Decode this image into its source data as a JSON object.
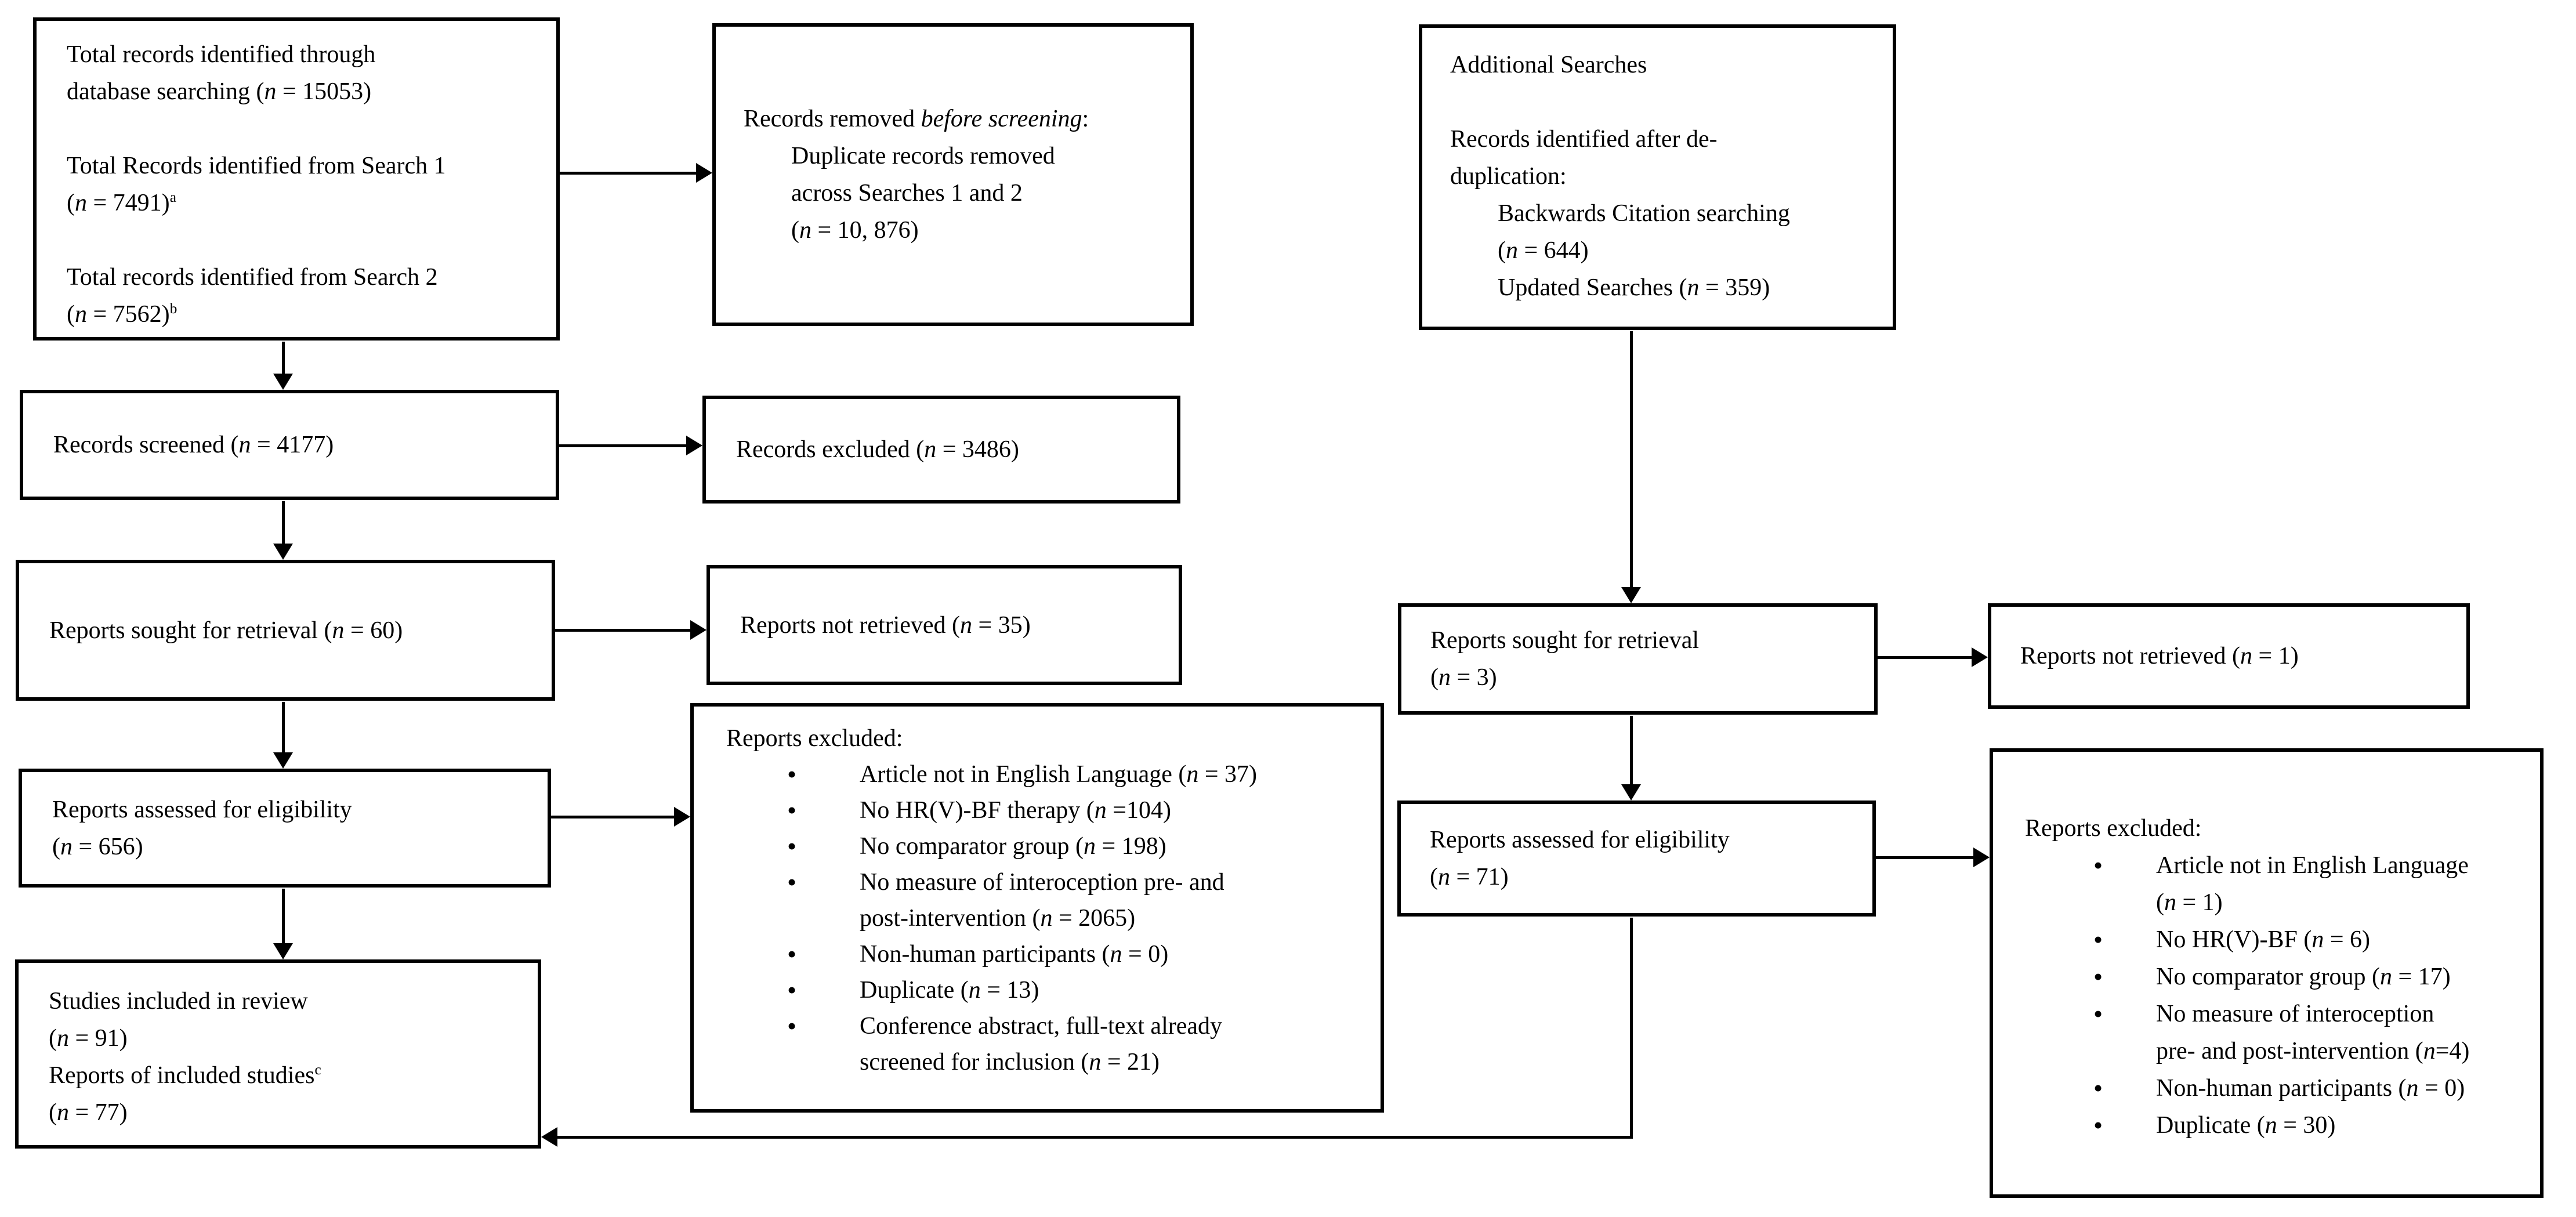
{
  "flowchart": {
    "identification": {
      "lines": [
        "Total records identified through",
        "database searching (*n* = 15053)",
        "",
        "Total Records identified from Search 1",
        "(*n* = 7491)^a",
        "",
        "Total records identified from Search 2",
        "(*n* = 7562)^b"
      ]
    },
    "duplicates_removed": {
      "lines": [
        "Records removed *before screening*:",
        "Duplicate records removed",
        "across Searches 1 and 2",
        "(*n* = 10, 876)"
      ]
    },
    "additional_searches": {
      "lines": [
        "Additional Searches",
        "",
        "Records identified after de-",
        "duplication:",
        "Backwards Citation searching",
        "(*n* = 644)",
        "Updated Searches (*n* = 359)"
      ]
    },
    "records_screened": "Records screened (*n* = 4177)",
    "records_excluded": "Records excluded (*n* = 3486)",
    "reports_sought": "Reports sought for retrieval (*n* = 60)",
    "reports_not_retrieved": "Reports not retrieved (*n* = 35)",
    "reports_assessed": {
      "lines": [
        "Reports assessed for eligibility",
        "(*n* = 656)"
      ]
    },
    "reports_excluded_main": {
      "title": "Reports excluded:",
      "items": [
        "Article not in English Language (*n* = 37)",
        "No HR(V)-BF therapy (*n* =104)",
        "No comparator group (*n* = 198)",
        "No measure of interoception pre- and\npost-intervention (*n* = 2065)",
        "Non-human participants (*n* = 0)",
        "Duplicate (*n* = 13)",
        "Conference abstract, full-text already\nscreened for inclusion (*n* = 21)"
      ]
    },
    "studies_included": {
      "lines": [
        "Studies included in review",
        "(*n* = 91)",
        "Reports of included studies^c",
        "(*n* = 77)"
      ]
    },
    "reports_sought_right": {
      "lines": [
        "Reports sought for retrieval",
        "(*n* = 3)"
      ]
    },
    "reports_not_retrieved_right": "Reports not retrieved (*n* = 1)",
    "reports_assessed_right": {
      "lines": [
        "Reports assessed for eligibility",
        "(*n* = 71)"
      ]
    },
    "reports_excluded_right": {
      "title": "Reports excluded:",
      "items": [
        "Article not in English Language\n(*n* = 1)",
        "No HR(V)-BF (*n* = 6)",
        "No comparator group (*n* = 17)",
        "No measure of interoception\npre- and post-intervention (*n*=4)",
        "Non-human participants (*n* = 0)",
        "Duplicate (*n* = 30)"
      ]
    }
  }
}
